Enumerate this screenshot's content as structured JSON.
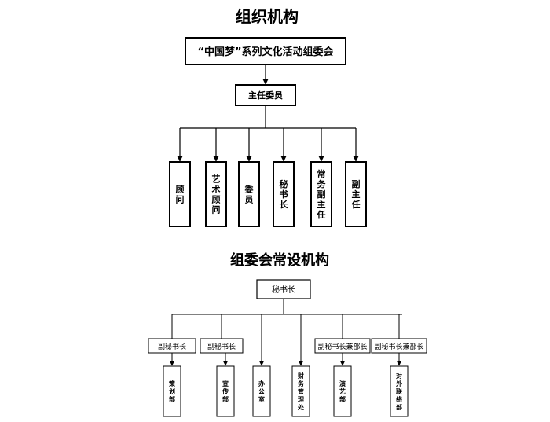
{
  "diagram1": {
    "title": "组织机构",
    "root": "“中国梦”系列文化活动组委会",
    "level2": "主任委员",
    "leaves": [
      "顾问",
      "艺术顾问",
      "委员",
      "秘书长",
      "常务副主任",
      "副主任"
    ]
  },
  "diagram2": {
    "title": "组委会常设机构",
    "root": "秘书长",
    "mids": [
      "副秘书长",
      "副秘书长",
      "副秘书长兼部长",
      "副秘书长兼部长"
    ],
    "leaves": [
      "策划部",
      "宣传部",
      "办公室",
      "财务管理处",
      "演艺部",
      "对外联络部"
    ]
  }
}
